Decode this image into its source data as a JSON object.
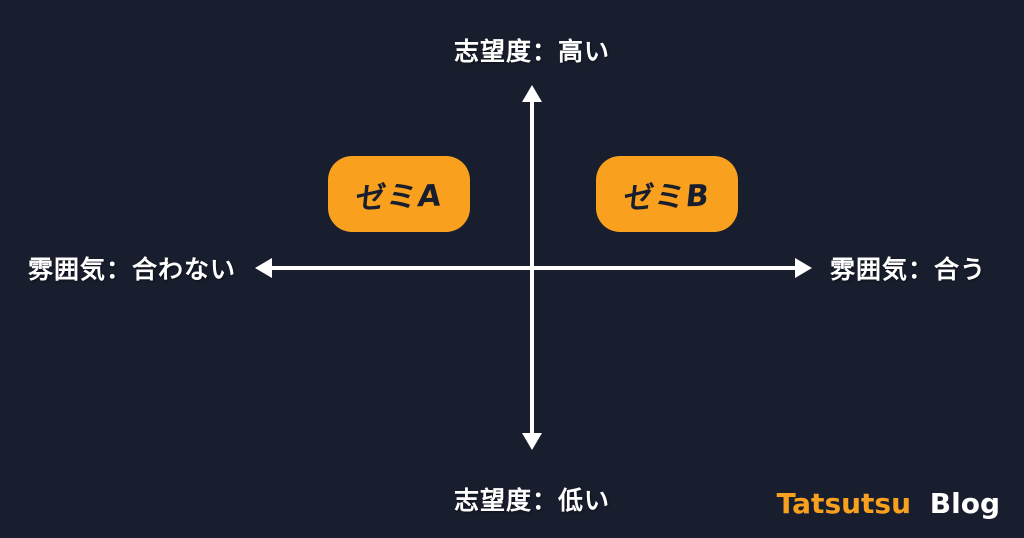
{
  "colors": {
    "background": "#181E2D",
    "accent_orange": "#F9A11F",
    "axis_white": "#FFFFFF",
    "item_text": "#181E2D"
  },
  "axes": {
    "vertical": {
      "top_label": "志望度：高い",
      "bottom_label": "志望度：低い"
    },
    "horizontal": {
      "left_label": "雰囲気：合わない",
      "right_label": "雰囲気：合う"
    }
  },
  "items": [
    {
      "label": "ゼミA",
      "quadrant": "top-left"
    },
    {
      "label": "ゼミB",
      "quadrant": "top-right"
    }
  ],
  "watermark": {
    "brand": "Tatsutsu",
    "suffix": "Blog"
  }
}
